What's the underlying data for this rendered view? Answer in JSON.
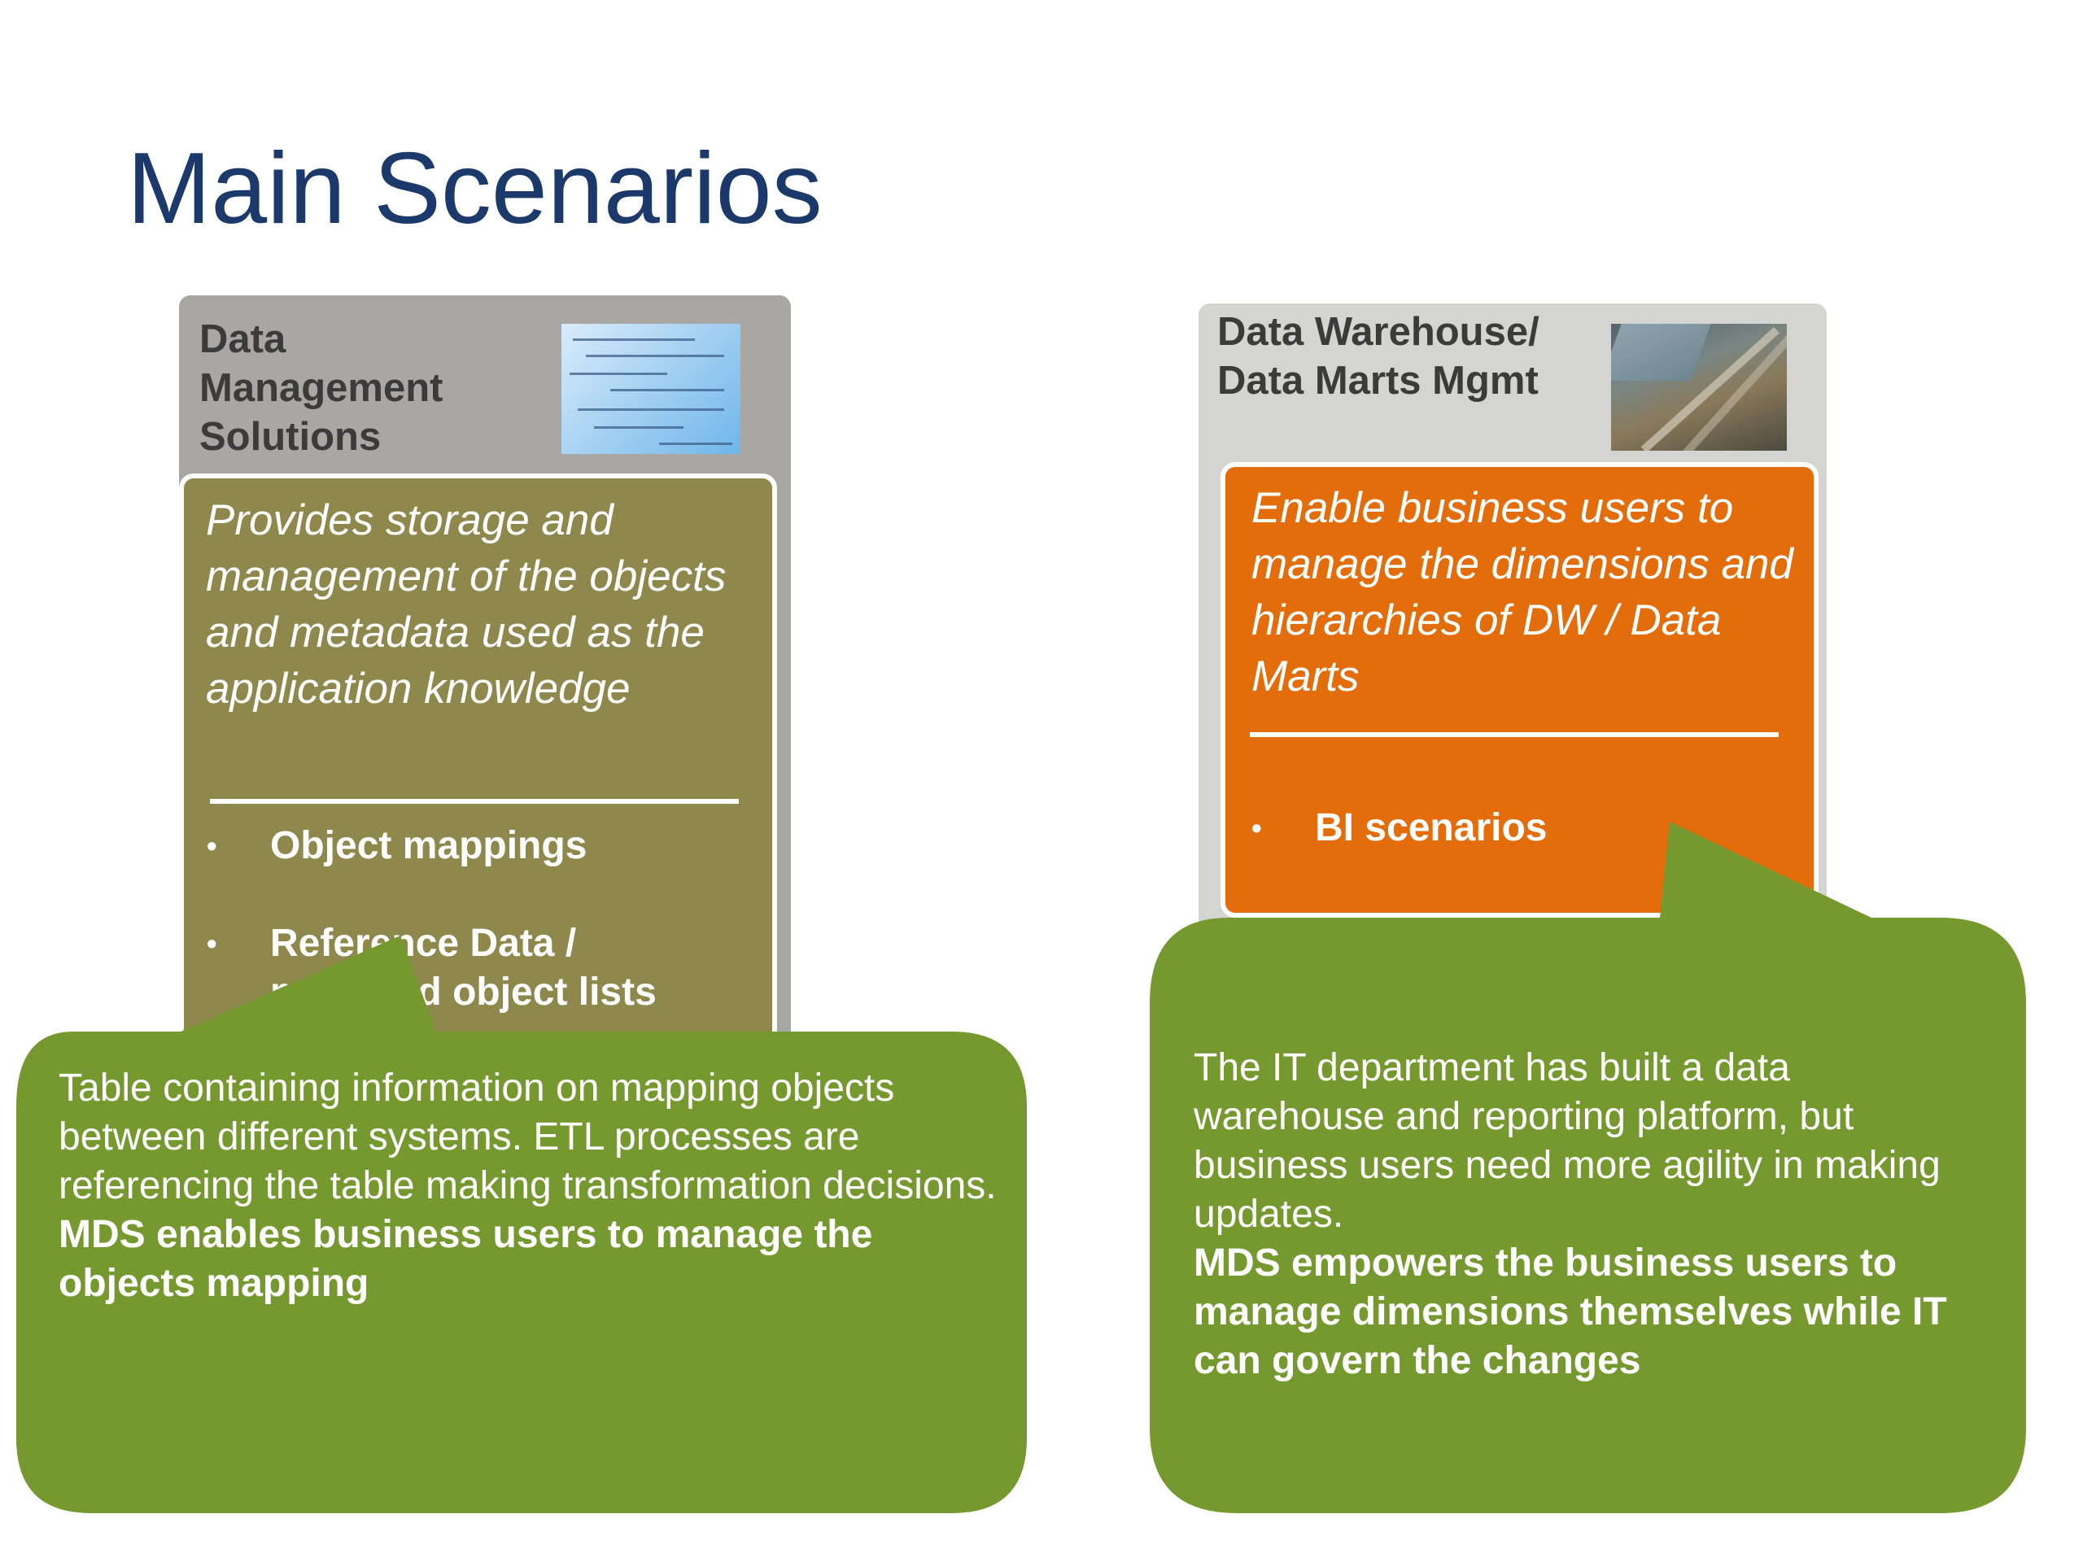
{
  "title": "Main Scenarios",
  "left_card": {
    "header": "Data Management Solutions",
    "header_lines": [
      "Data",
      "Management",
      "Solutions"
    ],
    "image_icon": "math-formulas-image",
    "description": "Provides storage and management of the objects and metadata used as the application knowledge",
    "bullets": [
      "Object mappings",
      "Reference Data / managed object lists"
    ],
    "bullet_lines": {
      "b2_line1": "Reference Data /",
      "b2_line2": "managed object lists"
    },
    "colors": {
      "card": "#a8a7a3",
      "inner": "#8e884d"
    }
  },
  "right_card": {
    "header": "Data Warehouse/ Data Marts Mgmt",
    "header_lines": [
      "Data Warehouse/",
      "Data Marts Mgmt"
    ],
    "image_icon": "aerial-city-image",
    "description": "Enable business users to manage the dimensions and hierarchies of DW / Data Marts",
    "bullets": [
      "BI scenarios"
    ],
    "colors": {
      "card": "#d4d4d2",
      "inner": "#e36c0b"
    }
  },
  "left_callout": {
    "text": "Table containing information on mapping objects between different systems. ETL processes are referencing the table making transformation decisions.",
    "bold_text": "MDS enables business users to manage the objects mapping",
    "color": "#76992f"
  },
  "right_callout": {
    "text": "The IT department has built a data warehouse and reporting platform, but business users need more agility in making updates.",
    "bold_text": "MDS empowers the business users to manage dimensions themselves while IT can govern the changes",
    "color": "#76992f"
  },
  "colors": {
    "title": "#1b3a6b",
    "background": "#ffffff"
  }
}
